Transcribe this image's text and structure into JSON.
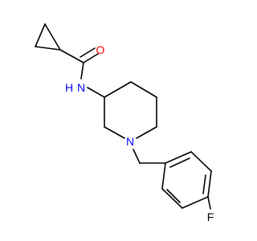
{
  "molecule": {
    "atoms": {
      "oxygen": {
        "symbol": "O",
        "color": "#ff0000"
      },
      "amide_nitrogen": {
        "symbol": "N",
        "color": "#0000ff"
      },
      "amide_hydrogen": {
        "symbol": "H",
        "color": "#0000ff"
      },
      "ring_nitrogen": {
        "symbol": "N",
        "color": "#0000ff"
      },
      "fluorine": {
        "symbol": "F",
        "color": "#000000"
      }
    },
    "bond_color": "#000000",
    "background": "#ffffff"
  }
}
